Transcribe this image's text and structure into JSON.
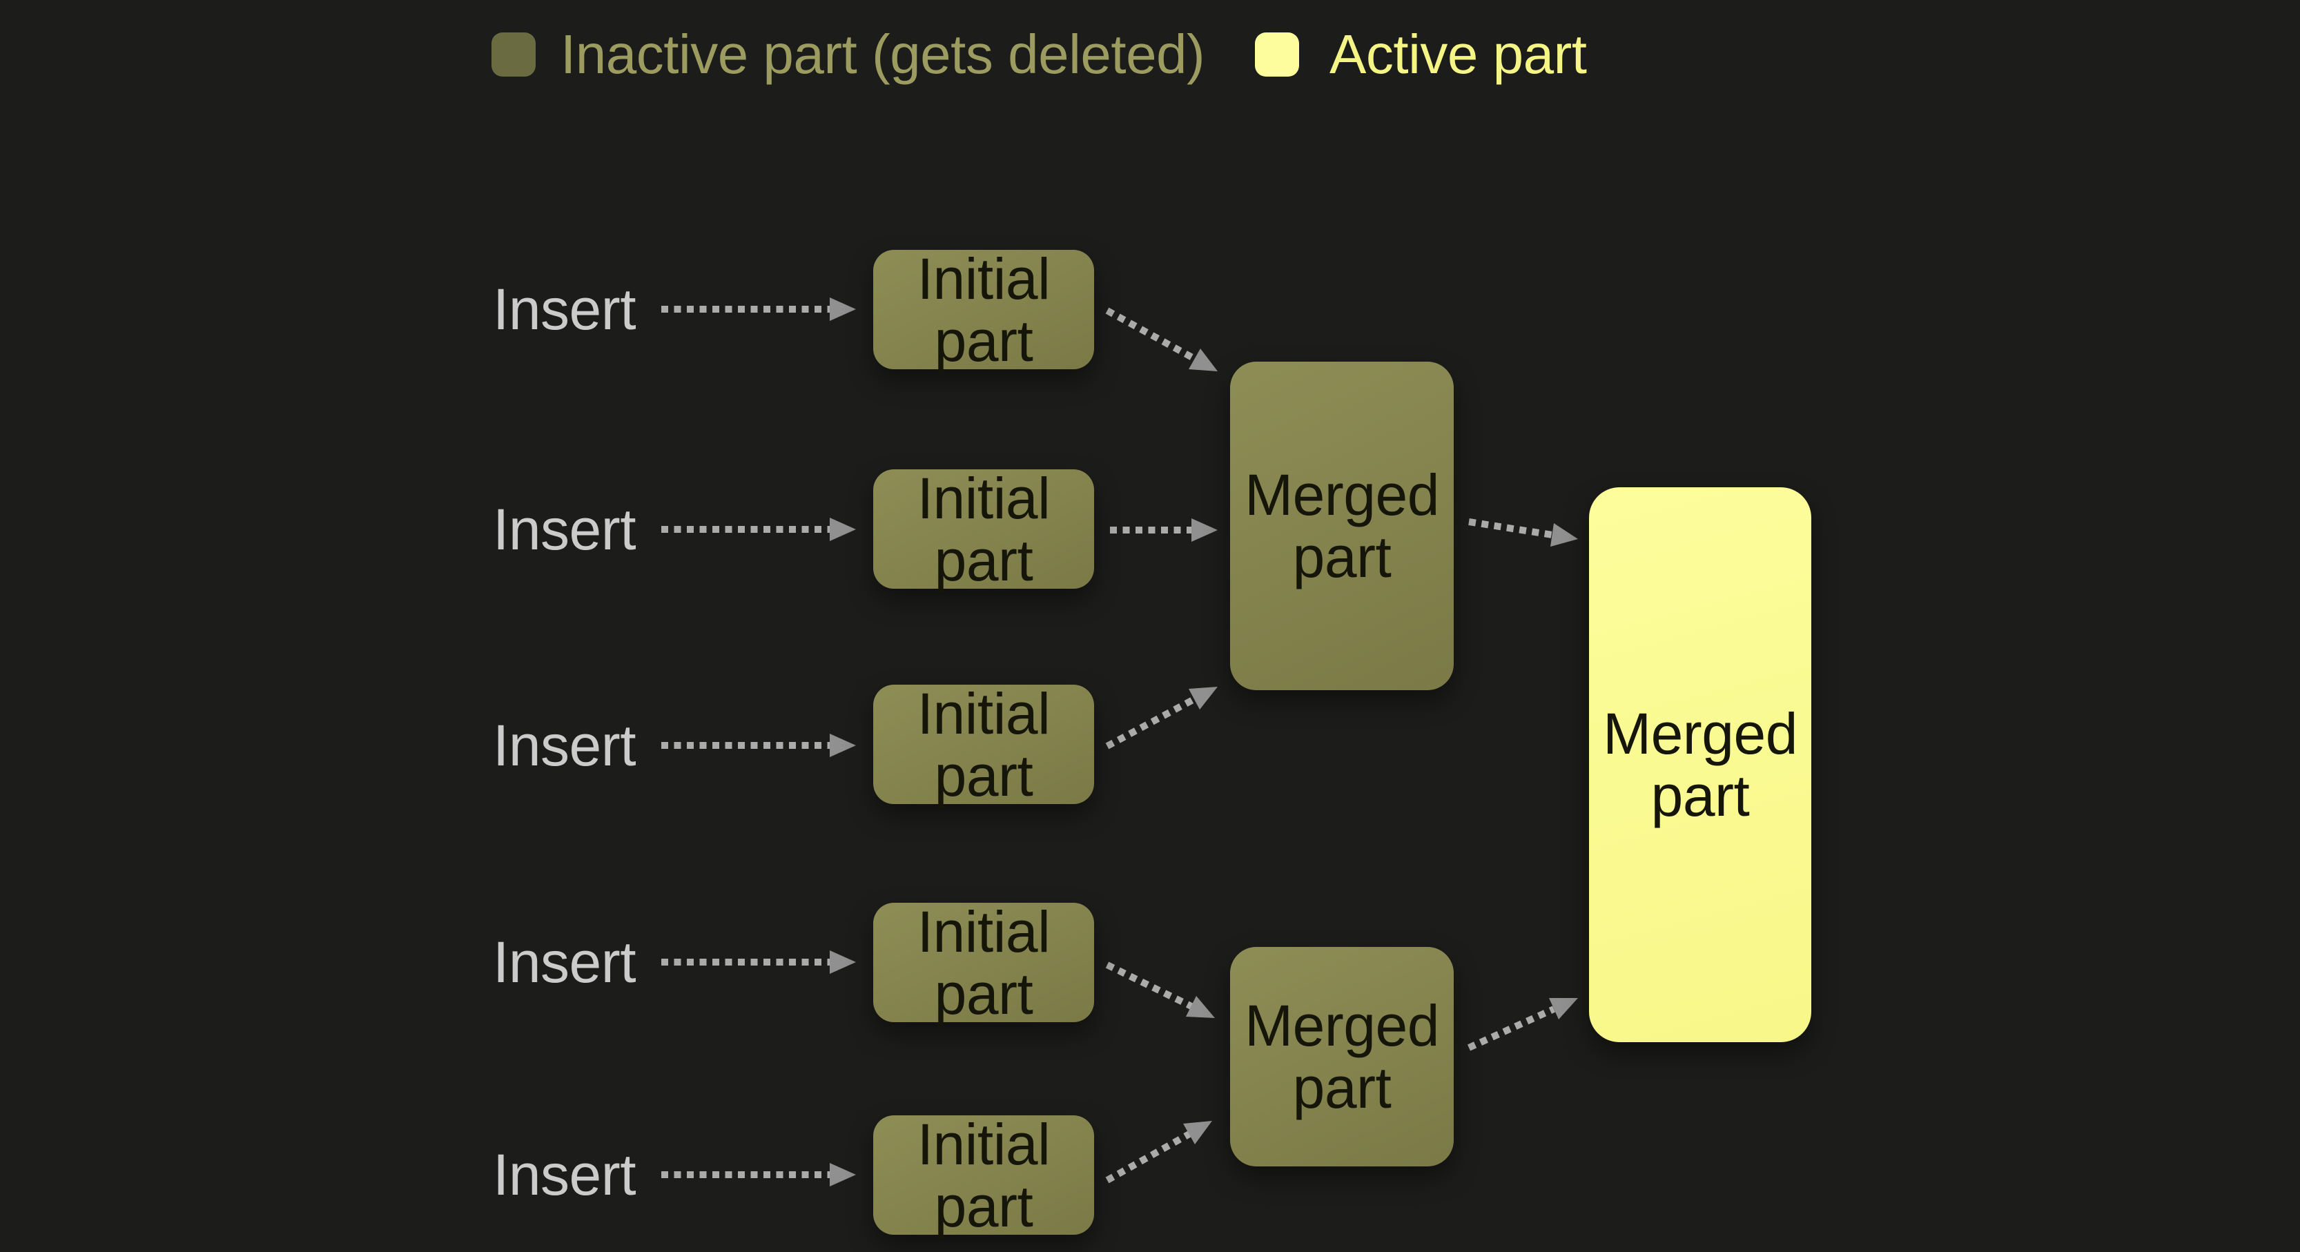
{
  "legend": {
    "inactive_label": "Inactive part (gets deleted)",
    "active_label": "Active part"
  },
  "rows": [
    {
      "insert_label": "Insert",
      "part_label": "Initial part"
    },
    {
      "insert_label": "Insert",
      "part_label": "Initial part"
    },
    {
      "insert_label": "Insert",
      "part_label": "Initial part"
    },
    {
      "insert_label": "Insert",
      "part_label": "Initial part"
    },
    {
      "insert_label": "Insert",
      "part_label": "Initial part"
    }
  ],
  "merged_parts": [
    {
      "label": "Merged part"
    },
    {
      "label": "Merged part"
    }
  ],
  "final_part": {
    "label": "Merged part"
  },
  "colors": {
    "background": "#1c1c1a",
    "inactive_box": "#85844e",
    "inactive_legend_swatch": "#6b6b41",
    "active_box": "#fbfb93",
    "active_legend_swatch": "#fdfd9d",
    "inactive_label_text": "#9c9c61",
    "active_label_text": "#f5f586",
    "insert_label_text": "#cbcbcb",
    "box_text": "#15150a",
    "arrow": "#ababab"
  }
}
